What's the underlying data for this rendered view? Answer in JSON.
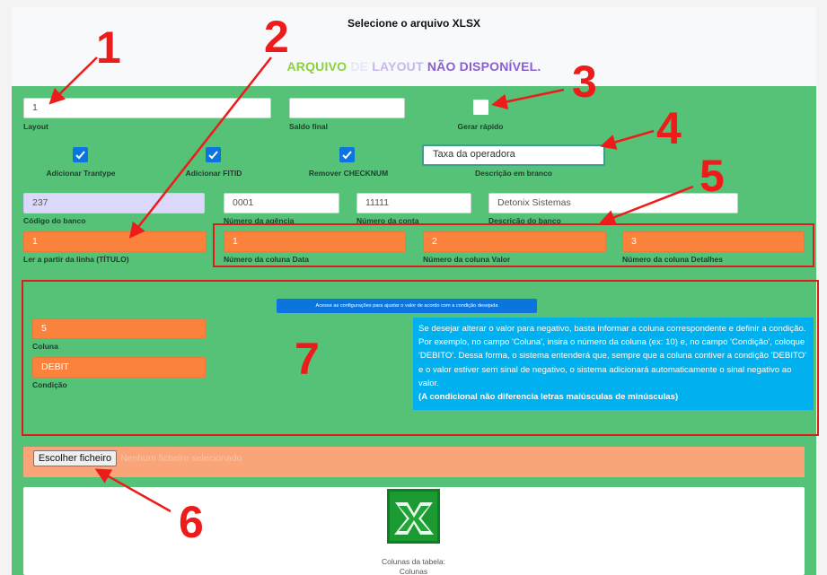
{
  "header": {
    "title": "Selecione o arquivo XLSX",
    "warning": {
      "part1": "ARQUIVO",
      "part2": "DE",
      "part3": "LAYOUT",
      "part4": "NÃO DISPONÍVEL."
    }
  },
  "row1": {
    "layout": {
      "value": "1",
      "label": "Layout"
    },
    "saldo": {
      "value": "",
      "label": "Saldo final"
    },
    "gerar": {
      "label": "Gerar rápido",
      "checked": false
    }
  },
  "row2": {
    "trantype": {
      "label": "Adicionar Trantype",
      "checked": true
    },
    "fitid": {
      "label": "Adicionar FITID",
      "checked": true
    },
    "checknum": {
      "label": "Remover CHECKNUM",
      "checked": true
    },
    "descricao": {
      "value": "Taxa da operadora",
      "label": "Descrição em branco"
    }
  },
  "row3": {
    "banco": {
      "value": "237",
      "label": "Código do banco"
    },
    "agencia": {
      "value": "0001",
      "label": "Número da agência"
    },
    "conta": {
      "value": "11111",
      "label": "Número da conta"
    },
    "desc_banco": {
      "value": "Detonix Sistemas",
      "label": "Descrição do banco"
    }
  },
  "row4": {
    "linha": {
      "value": "1",
      "label": "Ler a partir da linha (TÍTULO)"
    },
    "data": {
      "value": "1",
      "label": "Número da coluna Data"
    },
    "valor": {
      "value": "2",
      "label": "Número da coluna Valor"
    },
    "detalhes": {
      "value": "3",
      "label": "Número da coluna Detalhes"
    }
  },
  "config": {
    "button": "Acesse as configurações para ajustar o valor de acordo com a condição desejada",
    "coluna": {
      "value": "5",
      "label": "Coluna"
    },
    "condicao": {
      "value": "DEBIT",
      "label": "Condição"
    },
    "info_text": "Se desejar alterar o valor para negativo, basta informar a coluna correspondente e definir a condição. Por exemplo, no campo 'Coluna', insira o número da coluna (ex: 10) e, no campo 'Condição', coloque 'DEBITO'. Dessa forma, o sistema entenderá que, sempre que a coluna contiver a condição 'DEBITO' e o valor estiver sem sinal de negativo, o sistema adicionará automaticamente o sinal negativo ao valor.",
    "info_bold": "(A condicional não diferencia letras maiúsculas de minúsculas)"
  },
  "file": {
    "button": "Escolher ficheiro",
    "status": "Nenhum ficheiro selecionado"
  },
  "preview": {
    "cols_label": "Colunas da tabela:",
    "cols_sub": "Colunas"
  },
  "annotations": [
    "1",
    "2",
    "3",
    "4",
    "5",
    "6",
    "7"
  ],
  "colors": {
    "green": "#55c278",
    "orange": "#fb823c",
    "info_blue": "#01b0ee",
    "annotation_red": "#ee1b1b",
    "checkbox_blue": "#0b74de"
  }
}
